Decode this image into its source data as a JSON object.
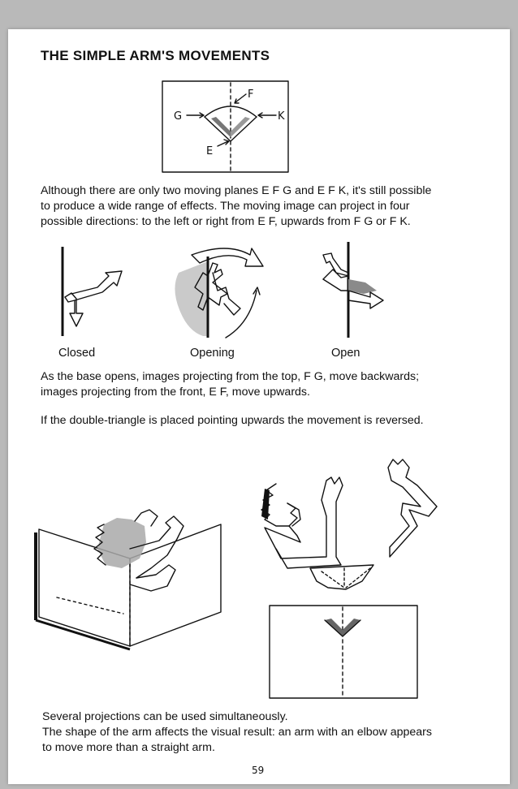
{
  "title": "THE SIMPLE ARM'S MOVEMENTS",
  "diagram_labels": {
    "f": "F",
    "g": "G",
    "k": "K",
    "e": "E"
  },
  "paragraph1": [
    "Although there are only two moving planes E F G and E F K, it's still possible",
    "to produce a wide range of  effects. The moving image can project in four",
    "possible directions:  to the left or right from E F, upwards from F G or F K."
  ],
  "captions": {
    "closed": "Closed",
    "opening": "Opening",
    "open": "Open"
  },
  "paragraph2": [
    "As the base opens, images projecting from the top, F G, move backwards;",
    "images projecting from the front, E F, move upwards."
  ],
  "paragraph3": [
    "If the double-triangle is placed pointing upwards the movement is reversed."
  ],
  "paragraph4": [
    "Several projections can be used simultaneously.",
    "The shape of the arm affects the visual result: an arm with an elbow appears",
    "to move more than a straight arm."
  ],
  "page_number": "59",
  "colors": {
    "paper": "#ffffff",
    "ink": "#111111",
    "scanner_border": "#b9b9b9",
    "shading": "#8a8a8a"
  }
}
